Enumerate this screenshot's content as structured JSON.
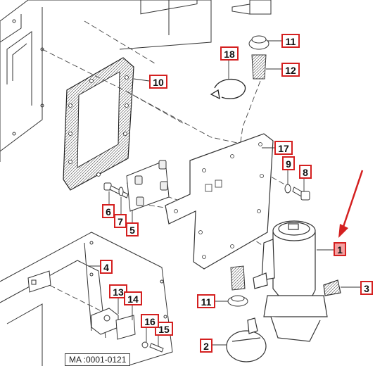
{
  "callouts": {
    "c1": "1",
    "c2": "2",
    "c3": "3",
    "c4": "4",
    "c5": "5",
    "c6": "6",
    "c7": "7",
    "c8": "8",
    "c9": "9",
    "c10": "10",
    "c11a": "11",
    "c11b": "11",
    "c12": "12",
    "c13": "13",
    "c14": "14",
    "c15": "15",
    "c16": "16",
    "c17": "17",
    "c18": "18"
  },
  "reference": "MA :0001-0121",
  "colors": {
    "callout_border": "#d42020",
    "highlight": "#f4a0a0",
    "arrow": "#d42020",
    "line": "#333333"
  }
}
